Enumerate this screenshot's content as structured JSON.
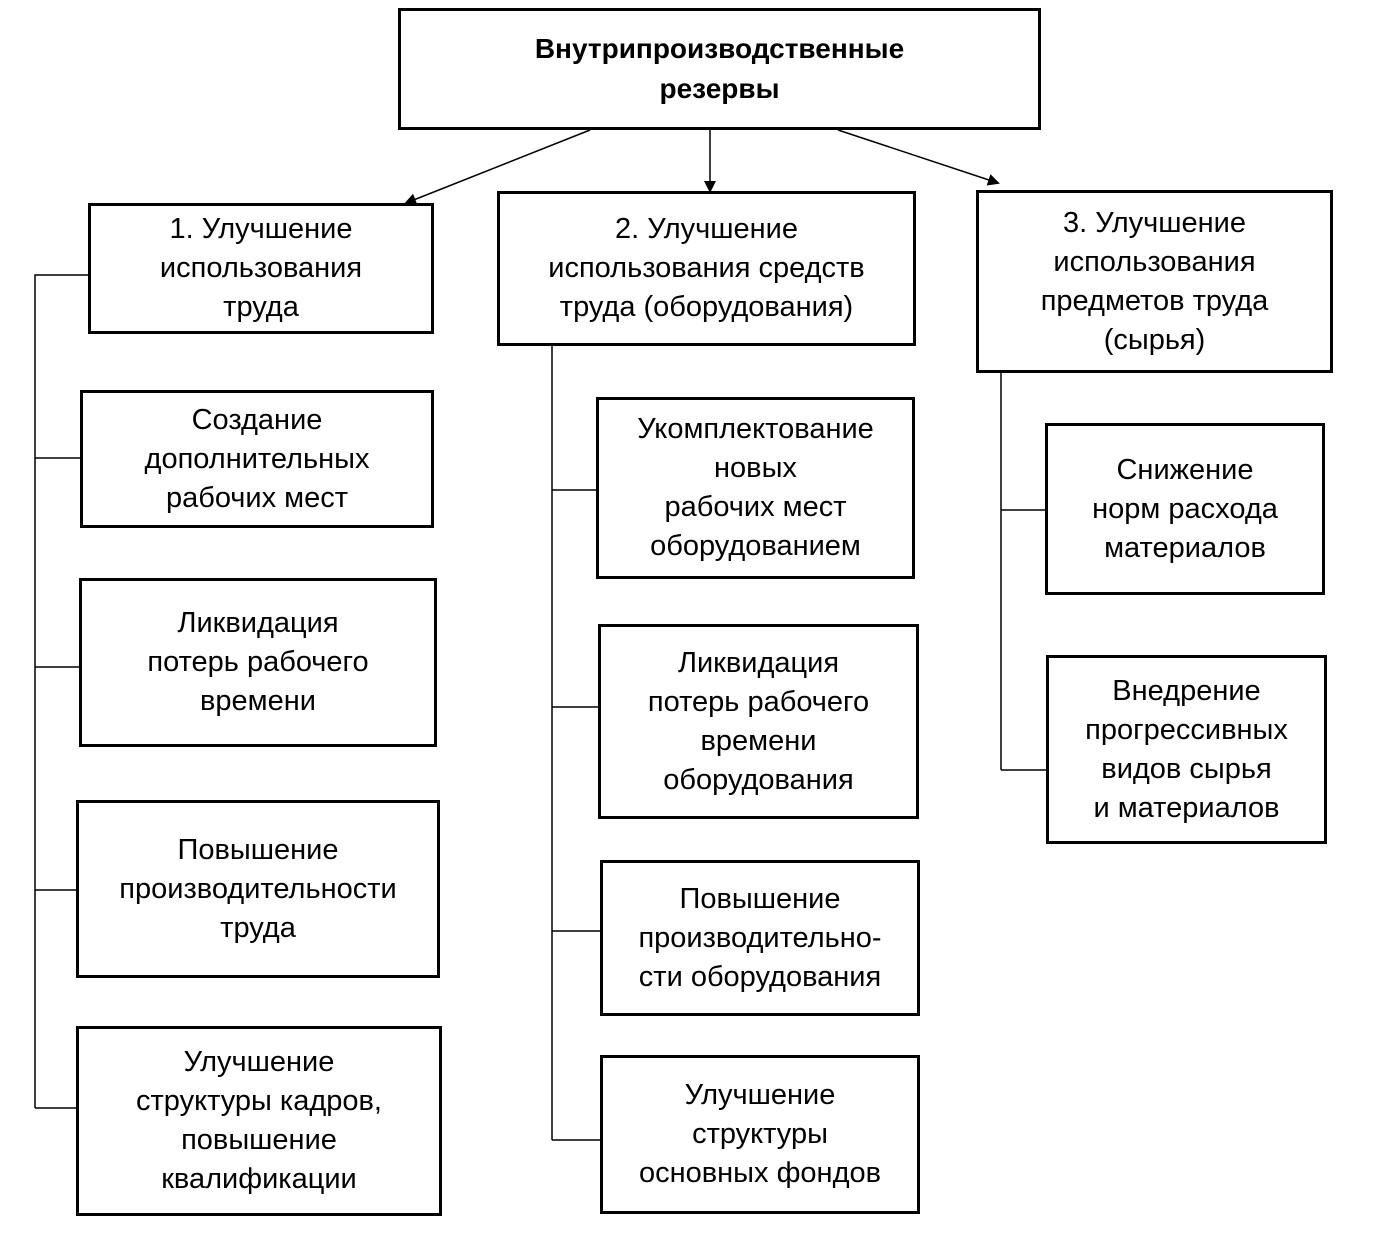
{
  "root": "Внутрипроизводственные\nрезервы",
  "branches": [
    {
      "title": "1. Улучшение\nиспользования\nтруда",
      "items": [
        "Создание\nдополнительных\nрабочих  мест",
        "Ликвидация\nпотерь рабочего\nвремени",
        "Повышение\nпроизводительности\nтруда",
        "Улучшение\nструктуры кадров,\nповышение\nквалификации"
      ]
    },
    {
      "title": "2. Улучшение\nиспользования средств\nтруда (оборудования)",
      "items": [
        "Укомплектование\nновых\nрабочих мест\nоборудованием",
        "Ликвидация\nпотерь рабочего\nвремени\nоборудования",
        "Повышение\nпроизводительно-\nсти оборудования",
        "Улучшение\nструктуры\nосновных фондов"
      ]
    },
    {
      "title": "3. Улучшение\nиспользования\nпредметов  труда\n(сырья)",
      "items": [
        "Снижение\nнорм расхода\nматериалов",
        "Внедрение\nпрогрессивных\nвидов  сырья\nи материалов"
      ]
    }
  ]
}
